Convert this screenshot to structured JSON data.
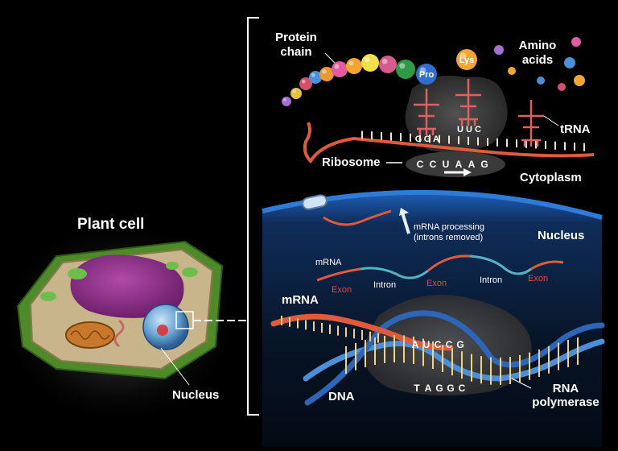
{
  "left": {
    "title": "Plant cell",
    "nucleus_label": "Nucleus"
  },
  "translation": {
    "protein_chain": [
      "Protein",
      "chain"
    ],
    "amino_acids": [
      "Amino",
      "acids"
    ],
    "pro": "Pro",
    "lys": "Lys",
    "trna": "tRNA",
    "anticodon_1": [
      "G",
      "G",
      "A"
    ],
    "anticodon_2": [
      "U",
      "U",
      "C"
    ],
    "codons": [
      "C",
      "C",
      "U",
      "A",
      "A",
      "G"
    ],
    "ribosome": "Ribosome",
    "cytoplasm": "Cytoplasm"
  },
  "processing": {
    "nucleus": "Nucleus",
    "mrna_processing": [
      "mRNA processing",
      "(introns removed)"
    ],
    "mrna_small": "mRNA",
    "segments": [
      "Exon",
      "Intron",
      "Exon",
      "Intron",
      "Exon"
    ]
  },
  "transcription": {
    "mrna": "mRNA",
    "rna_bases": [
      "A",
      "U",
      "C",
      "C",
      "G"
    ],
    "dna_bases": [
      "T",
      "A",
      "G",
      "G",
      "C"
    ],
    "dna": "DNA",
    "rna_polymerase": [
      "RNA",
      "polymerase"
    ]
  },
  "colors": {
    "background": "#000000",
    "rna": "#e05a3c",
    "dna": "#4a8fd8",
    "intron": "#4fb7c4",
    "trna": "#e06060",
    "base_pairs": "#f2d37a",
    "nucleus_membrane": "#2e7bd8",
    "cell_wall": "#4e8a2a"
  }
}
